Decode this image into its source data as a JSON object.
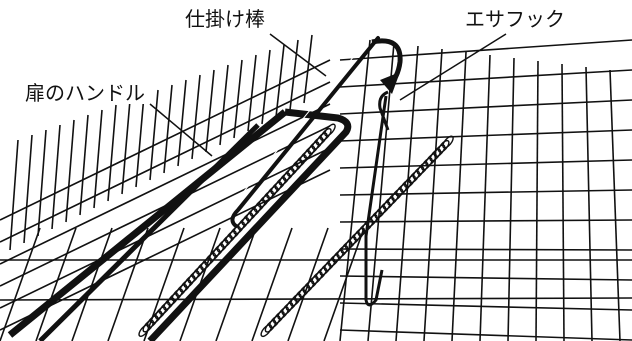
{
  "labels": {
    "trigger_rod": "仕掛け棒",
    "bait_hook": "エサフック",
    "door_handle": "扉のハンドル"
  },
  "colors": {
    "line": "#111111",
    "background": "#ffffff"
  }
}
